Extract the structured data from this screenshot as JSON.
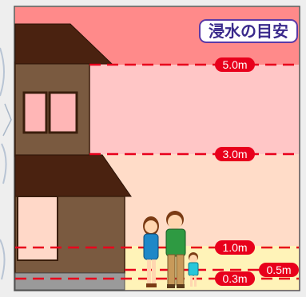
{
  "title": "浸水の目安",
  "levels": [
    {
      "label": "5.0m"
    },
    {
      "label": "3.0m"
    },
    {
      "label": "1.0m"
    },
    {
      "label": "0.5m"
    },
    {
      "label": "0.3m"
    }
  ],
  "colors": {
    "band_top": "#ff8a8a",
    "band_mid": "#ffc6c6",
    "band_low": "#ffdcc8",
    "band_ground": "#fff3b8",
    "line": "#e8001c",
    "title_border": "#5c3aa6",
    "roof": "#4a2210",
    "wall": "#7a5a40"
  },
  "icons": [
    "house-illustration",
    "woman-figure",
    "man-figure",
    "child-figure"
  ]
}
